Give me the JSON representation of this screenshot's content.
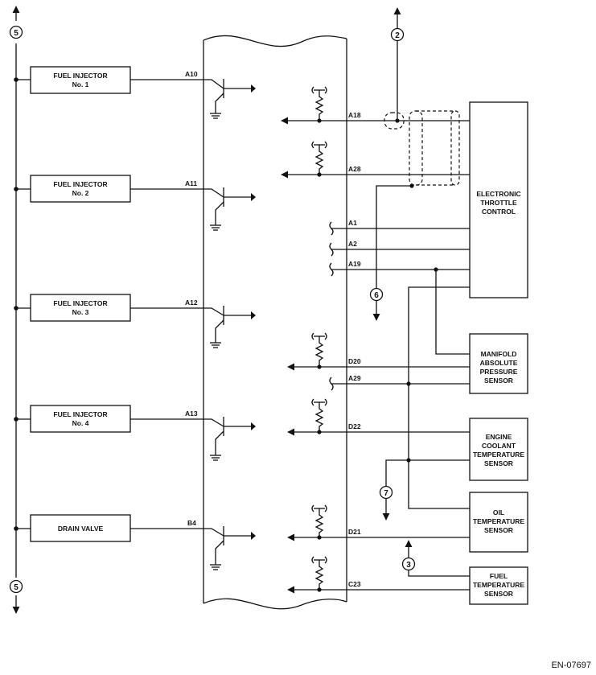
{
  "components": {
    "injector_1": {
      "line1": "FUEL INJECTOR",
      "line2": "No. 1"
    },
    "injector_2": {
      "line1": "FUEL INJECTOR",
      "line2": "No. 2"
    },
    "injector_3": {
      "line1": "FUEL INJECTOR",
      "line2": "No. 3"
    },
    "injector_4": {
      "line1": "FUEL INJECTOR",
      "line2": "No. 4"
    },
    "drain_valve": {
      "line1": "DRAIN VALVE"
    },
    "etc": {
      "line1": "ELECTRONIC",
      "line2": "THROTTLE",
      "line3": "CONTROL"
    },
    "map": {
      "line1": "MANIFOLD",
      "line2": "ABSOLUTE",
      "line3": "PRESSURE",
      "line4": "SENSOR"
    },
    "ect": {
      "line1": "ENGINE",
      "line2": "COOLANT",
      "line3": "TEMPERATURE",
      "line4": "SENSOR"
    },
    "oil": {
      "line1": "OIL",
      "line2": "TEMPERATURE",
      "line3": "SENSOR"
    },
    "fuel_temp": {
      "line1": "FUEL",
      "line2": "TEMPERATURE",
      "line3": "SENSOR"
    }
  },
  "pins": {
    "a10": "A10",
    "a11": "A11",
    "a12": "A12",
    "a13": "A13",
    "b4": "B4",
    "a18": "A18",
    "a28": "A28",
    "a1": "A1",
    "a2": "A2",
    "a19": "A19",
    "d20": "D20",
    "a29": "A29",
    "d22": "D22",
    "d21": "D21",
    "c23": "C23"
  },
  "markers": {
    "m2": "2",
    "m3": "3",
    "m5_top": "5",
    "m5_bottom": "5",
    "m6": "6",
    "m7": "7"
  },
  "code": "EN-07697"
}
